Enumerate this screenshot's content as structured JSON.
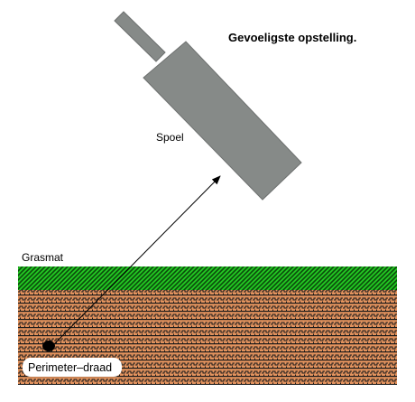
{
  "title": "Gevoeligste opstelling.",
  "labels": {
    "coil": "Spoel",
    "lawn": "Grasmat",
    "wire": "Perimeter–draad"
  },
  "colors": {
    "coil_body": "#868a88",
    "coil_edge": "#6d706f",
    "grass_light": "#22c622",
    "grass_dark": "#0b4a0b",
    "soil_orange": "#e3935e",
    "soil_dark": "#1a1a1a",
    "arrow": "#000000",
    "wire": "#000000"
  }
}
